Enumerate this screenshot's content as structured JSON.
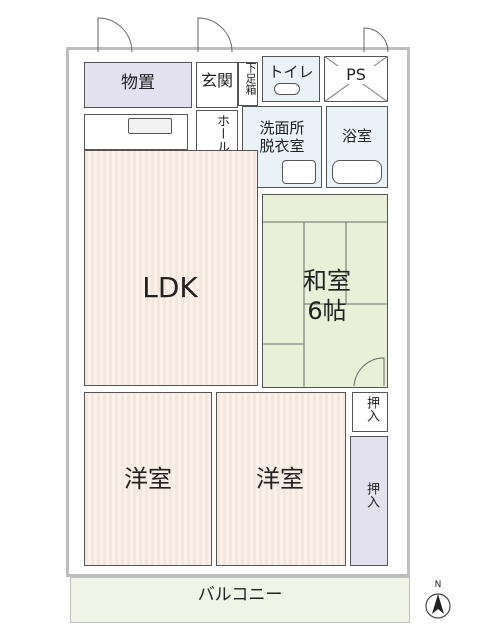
{
  "rooms": {
    "storage": "物置",
    "entrance": "玄関",
    "shoe_box": "下足箱",
    "toilet": "トイレ",
    "ps": "PS",
    "hall": "ホール",
    "washroom_line1": "洗面所",
    "washroom_line2": "脱衣室",
    "bathroom": "浴室",
    "ldk": "LDK",
    "washitsu_line1": "和室",
    "washitsu_line2": "6帖",
    "youshitsu_left": "洋室",
    "youshitsu_right": "洋室",
    "closet_upper": "押入",
    "closet_lower": "押入",
    "balcony": "バルコニー"
  },
  "compass": {
    "label": "N"
  },
  "colors": {
    "wood_floor": "#f6e7dc",
    "tatami": "#e9f0d8",
    "tile": "#e8f2f7",
    "storage": "#e3e0ef",
    "wall": "#c9c9c9"
  }
}
